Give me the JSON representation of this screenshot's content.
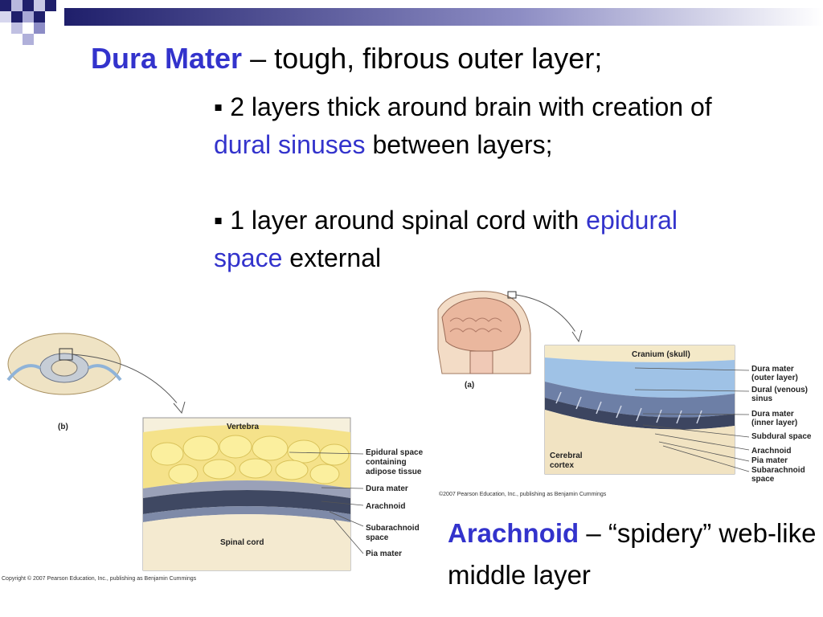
{
  "slide": {
    "title": "Dura Mater",
    "title_desc": " – tough, fibrous outer layer;",
    "bullet1_a": "2 layers thick around brain with creation of ",
    "bullet1_hl": "dural sinuses",
    "bullet1_b": " between layers;",
    "bullet2_a": "1 layer around spinal cord with ",
    "bullet2_hl": "epidural space",
    "bullet2_b": " external",
    "arachnoid_title": "Arachnoid",
    "arachnoid_desc": " – “spidery” web-like middle layer"
  },
  "figure_a": {
    "panel_label": "(a)",
    "labels": {
      "cranium": "Cranium (skull)",
      "dura_outer": "Dura mater (outer layer)",
      "dural_sinus": "Dural (venous) sinus",
      "dura_inner": "Dura mater (inner layer)",
      "subdural": "Subdural space",
      "arachnoid": "Arachnoid",
      "pia": "Pia mater",
      "subarachnoid": "Subarachnoid space",
      "cortex": "Cerebral cortex"
    },
    "copyright": "©2007 Pearson Education, Inc., publishing as Benjamin Cummings"
  },
  "figure_b": {
    "panel_label": "(b)",
    "labels": {
      "vertebra": "Vertebra",
      "epidural": "Epidural space containing adipose tissue",
      "dura": "Dura mater",
      "arachnoid": "Arachnoid",
      "subarachnoid": "Subarachnoid space",
      "pia": "Pia mater",
      "spinal_cord": "Spinal cord"
    },
    "copyright": "Copyright © 2007 Pearson Education, Inc., publishing as Benjamin Cummings"
  },
  "theme": {
    "accent_blue": "#3333cc",
    "bar_navy": "#1f1f6b"
  }
}
